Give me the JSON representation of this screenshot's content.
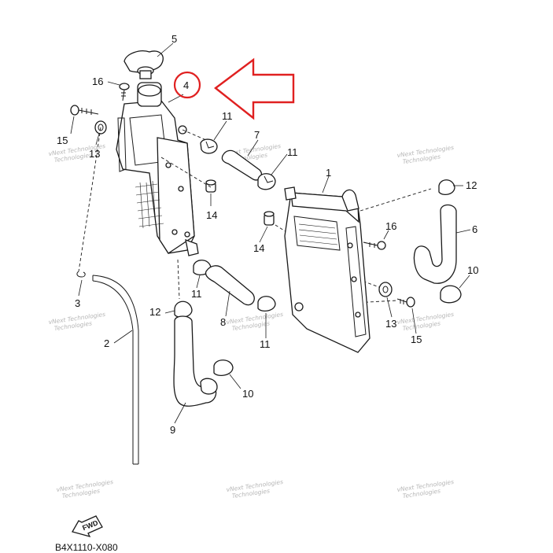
{
  "diagram": {
    "callouts": [
      "1",
      "2",
      "3",
      "4",
      "5",
      "6",
      "7",
      "8",
      "9",
      "10",
      "10",
      "11",
      "11",
      "11",
      "11",
      "12",
      "12",
      "13",
      "14",
      "14",
      "15",
      "15",
      "16",
      "16"
    ],
    "highlight": {
      "label": "4",
      "color": "#e02020"
    },
    "watermark": {
      "line1": "vNext Technologies",
      "line2": "Technologies"
    },
    "fwd_label": "FWD",
    "drawing_code": "B4X1110-X080"
  }
}
